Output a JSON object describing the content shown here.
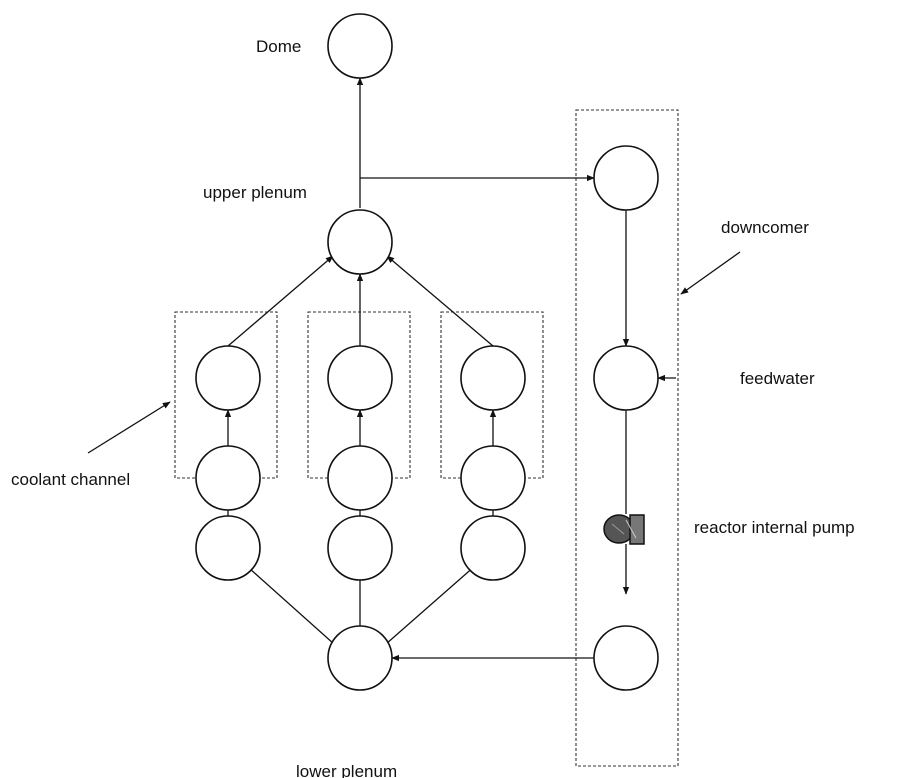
{
  "labels": {
    "dome": "Dome",
    "upper_plenum": "upper plenum",
    "lower_plenum": "lower plenum",
    "downcomer": "downcomer",
    "feedwater": "feedwater",
    "coolant_channel": "coolant channel",
    "reactor_internal_pump": "reactor internal pump"
  },
  "colors": {
    "line": "#111111",
    "background": "#ffffff",
    "pump_fill": "#555555"
  }
}
